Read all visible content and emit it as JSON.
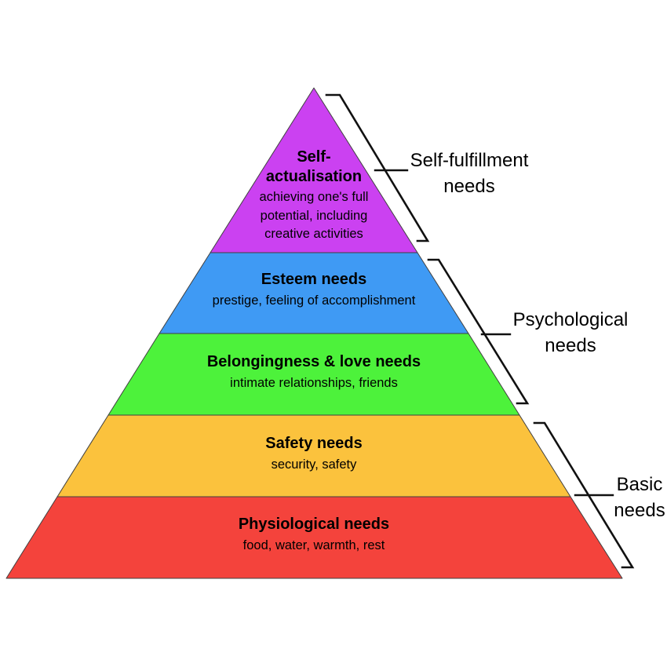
{
  "diagram": {
    "background_color": "#ffffff",
    "outline_color": "#404040",
    "text_color": "#000000",
    "bracket_color": "#111111",
    "levels": [
      {
        "name": "self-actualisation",
        "color": "#cb41f1",
        "title_lines": [
          "Self-",
          "actualisation"
        ],
        "description_lines": [
          "achieving one's full",
          "potential, including",
          "creative activities"
        ]
      },
      {
        "name": "esteem-needs",
        "color": "#3f9af4",
        "title_lines": [
          "Esteem needs"
        ],
        "description_lines": [
          "prestige, feeling of accomplishment"
        ]
      },
      {
        "name": "belongingness-love-needs",
        "color": "#4df23b",
        "title_lines": [
          "Belongingness & love needs"
        ],
        "description_lines": [
          "intimate relationships, friends"
        ]
      },
      {
        "name": "safety-needs",
        "color": "#fbc23d",
        "title_lines": [
          "Safety needs"
        ],
        "description_lines": [
          "security, safety"
        ]
      },
      {
        "name": "physiological-needs",
        "color": "#f4433c",
        "title_lines": [
          "Physiological needs"
        ],
        "description_lines": [
          "food, water, warmth, rest"
        ]
      }
    ],
    "groups": [
      {
        "name": "self-fulfillment-needs",
        "label_lines": [
          "Self-fulfillment",
          "needs"
        ]
      },
      {
        "name": "psychological-needs",
        "label_lines": [
          "Psychological",
          "needs"
        ]
      },
      {
        "name": "basic-needs",
        "label_lines": [
          "Basic",
          "needs"
        ]
      }
    ]
  }
}
